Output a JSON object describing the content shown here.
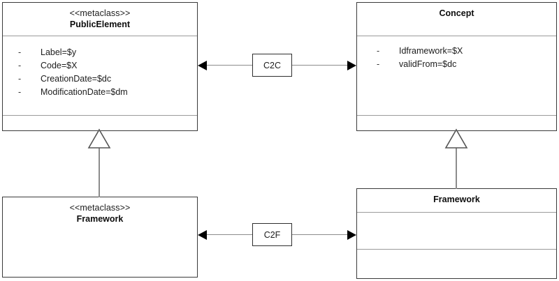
{
  "diagram": {
    "type": "uml-class-diagram",
    "title": "",
    "background_color": "#ffffff",
    "line_color": "#8c8c8c",
    "border_color": "#3a3a3a",
    "text_color": "#1c1c1c"
  },
  "classes": [
    {
      "id": "public-element",
      "stereotype": "<<metaclass>>",
      "name": "PublicElement",
      "attributes": [
        {
          "bullet": "-",
          "text": "Label=$y"
        },
        {
          "bullet": "-",
          "text": "Code=$X"
        },
        {
          "bullet": "-",
          "text": "CreationDate=$dc"
        },
        {
          "bullet": "-",
          "text": "ModificationDate=$dm"
        }
      ],
      "operations": []
    },
    {
      "id": "concept",
      "stereotype": "",
      "name": "Concept",
      "attributes": [
        {
          "bullet": "-",
          "text": "Idframework=$X"
        },
        {
          "bullet": "-",
          "text": "validFrom=$dc"
        }
      ],
      "operations": []
    },
    {
      "id": "framework-metaclass",
      "stereotype": "<<metaclass>>",
      "name": "Framework",
      "attributes": [],
      "operations": []
    },
    {
      "id": "framework",
      "stereotype": "",
      "name": "Framework",
      "attributes": [],
      "operations": []
    }
  ],
  "associations": [
    {
      "id": "c2c",
      "label": "C2C",
      "source": "PublicElement",
      "target": "Concept",
      "arrow_source": "filled-arrow-left",
      "arrow_target": "filled-arrow-right"
    },
    {
      "id": "c2f",
      "label": "C2F",
      "source": "Framework",
      "target": "Framework",
      "arrow_source": "filled-arrow-left",
      "arrow_target": "filled-arrow-right"
    }
  ],
  "generalizations": [
    {
      "id": "gen-left",
      "child": "Framework",
      "parent": "PublicElement",
      "arrow": "hollow-triangle"
    },
    {
      "id": "gen-right",
      "child": "Framework",
      "parent": "Concept",
      "arrow": "hollow-triangle"
    }
  ]
}
